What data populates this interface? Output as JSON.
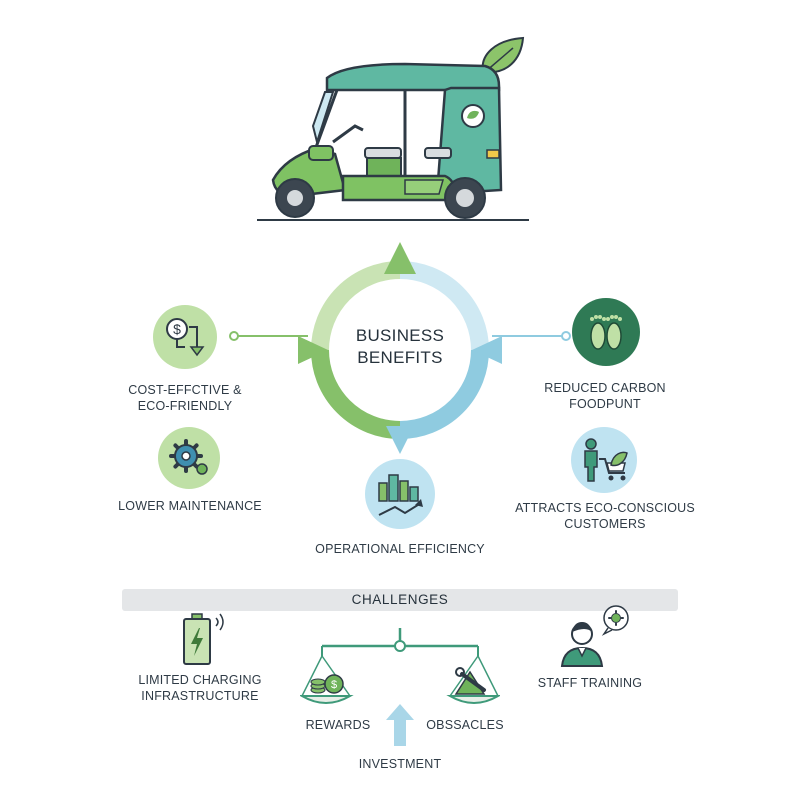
{
  "center": {
    "line1": "BUSINESS",
    "line2": "BENEFITS"
  },
  "benefits": {
    "cost": {
      "line1": "COST-EFFCTIVE &",
      "line2": "ECO-FRIENDLY"
    },
    "maintenance": {
      "line1": "LOWER MAINTENANCE"
    },
    "efficiency": {
      "line1": "OPERATIONAL EFFICIENCY"
    },
    "carbon": {
      "line1": "REDUCED CARBON",
      "line2": "FOODPUNT"
    },
    "customers": {
      "line1": "ATTRACTS ECO-CONSCIOUS",
      "line2": "CUSTOMERS"
    }
  },
  "challenges": {
    "title": "CHALLENGES",
    "charging": {
      "line1": "LIMITED CHARGING",
      "line2": "INFRASTRUCTURE"
    },
    "training": {
      "line1": "STAFF TRAINING"
    },
    "rewards": "REWARDS",
    "obstacles": "OBSSACLES",
    "investment": "INVESTMENT"
  },
  "colors": {
    "green": "#86c06a",
    "light_green": "#c9e3b4",
    "blue": "#8fcbe0",
    "light_blue": "#cfe9f3",
    "dark_green": "#2f7a55",
    "teal": "#3f9a7a",
    "bar": "#e4e6e8"
  },
  "icons": [
    "electric-rickshaw-icon",
    "leaf-icon",
    "dollar-arrow-icon",
    "gear-icon",
    "city-chart-icon",
    "footprints-icon",
    "shopper-leaf-icon",
    "battery-icon",
    "balance-scale-icon",
    "coins-icon",
    "wrench-icon",
    "person-speech-icon",
    "up-arrow-icon"
  ]
}
